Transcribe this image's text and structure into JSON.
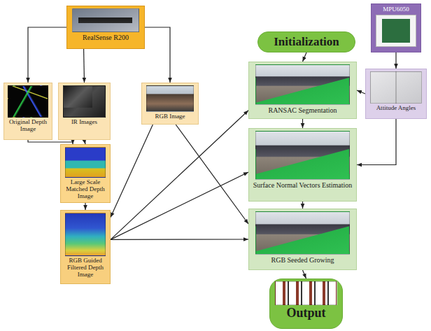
{
  "diagram": {
    "nodes": [
      {
        "text": [
          "RealSense R200"
        ]
      },
      {
        "text": [
          "Original Depth Image"
        ]
      },
      {
        "text": [
          "IR Images"
        ]
      },
      {
        "text": [
          "RGB Image"
        ]
      },
      {
        "text": [
          "Large Scale Matched Depth Image"
        ]
      },
      {
        "text": [
          "RGB Guided Filtered Depth Image"
        ]
      },
      {
        "text": [
          "Initialization"
        ]
      },
      {
        "text": [
          "MPU6050"
        ]
      },
      {
        "text": [
          "Attitude Angles"
        ]
      },
      {
        "text": [
          "RANSAC Segmentation"
        ]
      },
      {
        "text": [
          "Surface Normal Vectors Estimation"
        ]
      },
      {
        "text": [
          "RGB Seeded Growing"
        ]
      },
      {
        "text": [
          "Output"
        ]
      }
    ],
    "edges": [
      {
        "from": 0,
        "to": 1,
        "arrow": "to"
      },
      {
        "from": 0,
        "to": 2,
        "arrow": "to"
      },
      {
        "from": 0,
        "to": 3,
        "arrow": "to"
      },
      {
        "from": 1,
        "to": 4,
        "arrow": "to"
      },
      {
        "from": 2,
        "to": 4,
        "arrow": "to"
      },
      {
        "from": 4,
        "to": 5,
        "arrow": "to"
      },
      {
        "from": 3,
        "to": 5,
        "arrow": "to"
      },
      {
        "from": 5,
        "to": 9,
        "arrow": "to"
      },
      {
        "from": 5,
        "to": 10,
        "arrow": "to"
      },
      {
        "from": 5,
        "to": 11,
        "arrow": "to"
      },
      {
        "from": 3,
        "to": 11,
        "arrow": "to"
      },
      {
        "from": 6,
        "to": 9,
        "arrow": "to"
      },
      {
        "from": 9,
        "to": 10,
        "arrow": "to"
      },
      {
        "from": 10,
        "to": 11,
        "arrow": "to"
      },
      {
        "from": 11,
        "to": 12,
        "arrow": "to"
      },
      {
        "from": 7,
        "to": 8,
        "arrow": "to"
      },
      {
        "from": 8,
        "to": 9,
        "arrow": "to"
      },
      {
        "from": 8,
        "to": 10,
        "arrow": "to"
      }
    ]
  }
}
